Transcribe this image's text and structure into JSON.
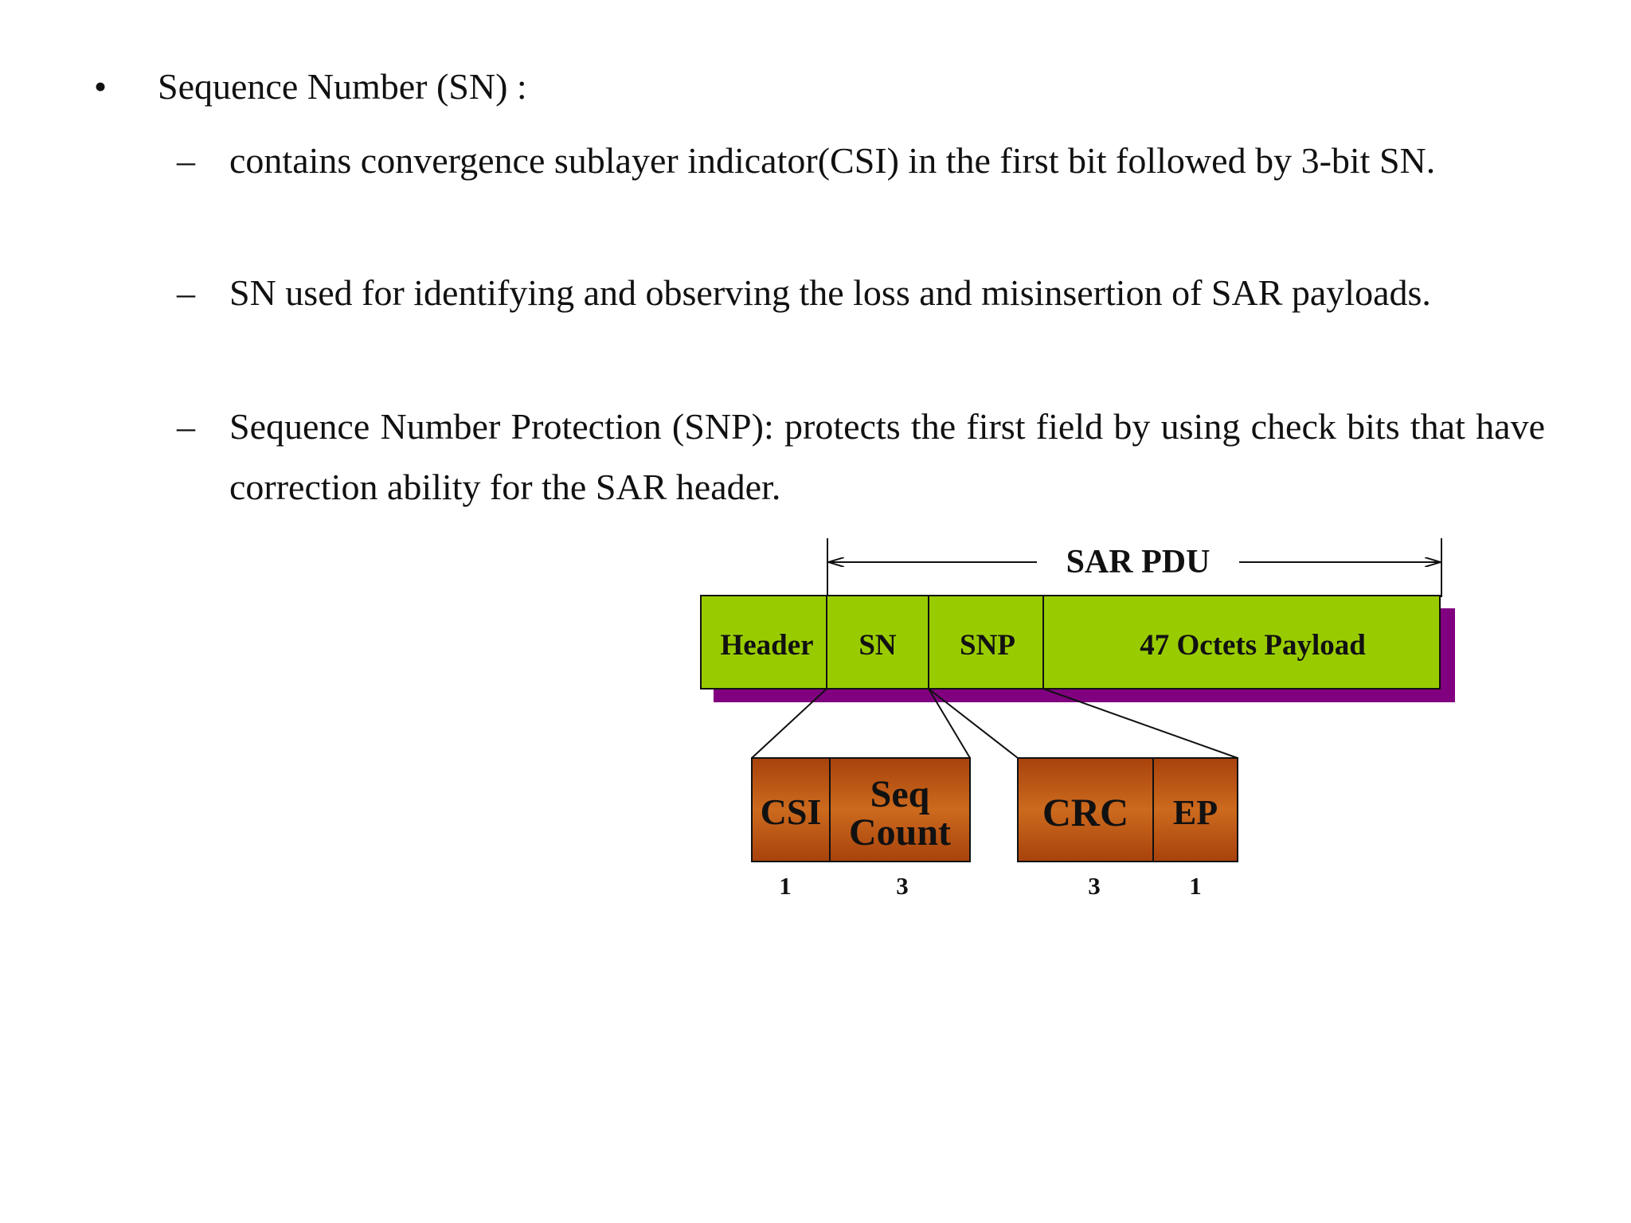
{
  "bullet": {
    "marker": "•",
    "text": "Sequence Number (SN) :"
  },
  "sub_items": [
    {
      "marker": "–",
      "text": "contains convergence sublayer indicator(CSI) in the first bit followed by 3-bit SN."
    },
    {
      "marker": "–",
      "text": "SN used for identifying and observing the loss and misinsertion of SAR payloads."
    },
    {
      "marker": "–",
      "text": "Sequence Number Protection (SNP): protects the first field by using check bits that have correction ability for the SAR header."
    }
  ],
  "diagram": {
    "pdu_label": "SAR PDU",
    "fields": {
      "header": "Header",
      "sn": "SN",
      "snp": "SNP",
      "payload": "47 Octets Payload"
    },
    "sn_breakdown": {
      "csi": "CSI",
      "seq_line1": "Seq",
      "seq_line2": "Count",
      "csi_bits": "1",
      "seq_bits": "3"
    },
    "snp_breakdown": {
      "crc": "CRC",
      "ep": "EP",
      "crc_bits": "3",
      "ep_bits": "1"
    },
    "colors": {
      "field_fill": "#99CC00",
      "shadow": "#800080",
      "subfield_top": "#A8420C",
      "subfield_mid": "#CC6A1E",
      "outline": "#111111"
    }
  }
}
